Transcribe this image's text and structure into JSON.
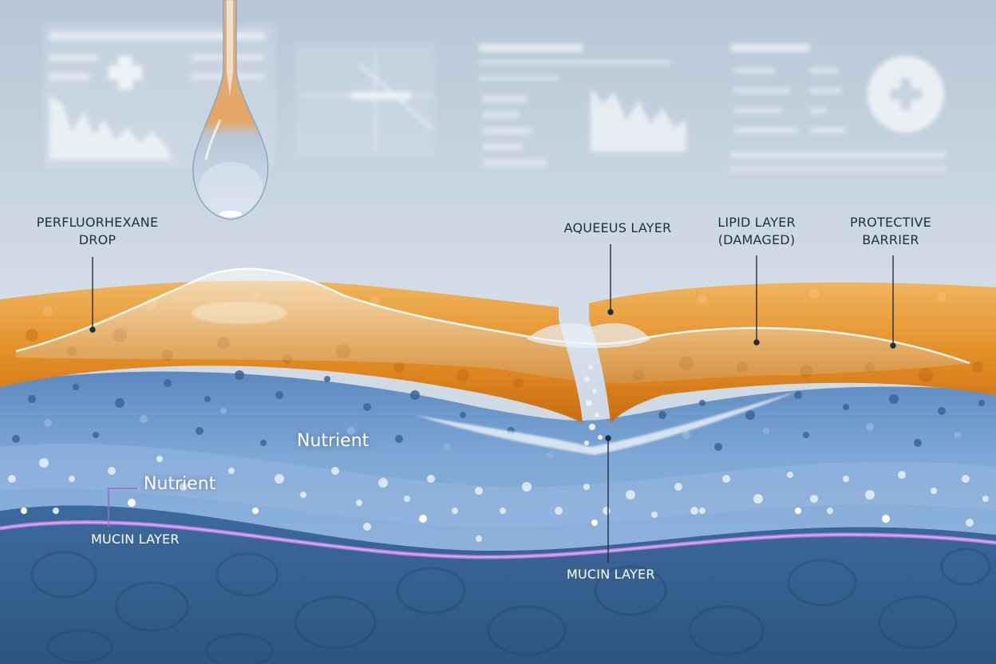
{
  "labels": {
    "drop": "PERFLUORHEXANE\nDROP",
    "aqueous": "AQUEEUS LAYER",
    "lipid": "LIPID LAYER\n(DAMAGED)",
    "barrier": "PROTECTIVE\nBARRIER",
    "nutrient_1": "Nutrient",
    "nutrient_2": "Nutrient",
    "mucin_left": "MUCIN LAYER",
    "mucin_center": "MUCIN LAYER"
  },
  "colors": {
    "background_top": "#c2d0de",
    "background_bottom": "#d7e1ea",
    "lipid_orange": "#e58b22",
    "lipid_light": "#f1b15b",
    "aqueous_blue": "#6d9acb",
    "mucin_line": "#b57fe0",
    "cell_blue": "#345f92",
    "label_text": "#1f2f3f"
  },
  "icons": [
    "droplet-icon",
    "medical-cross-icon",
    "bar-chart-icon"
  ]
}
